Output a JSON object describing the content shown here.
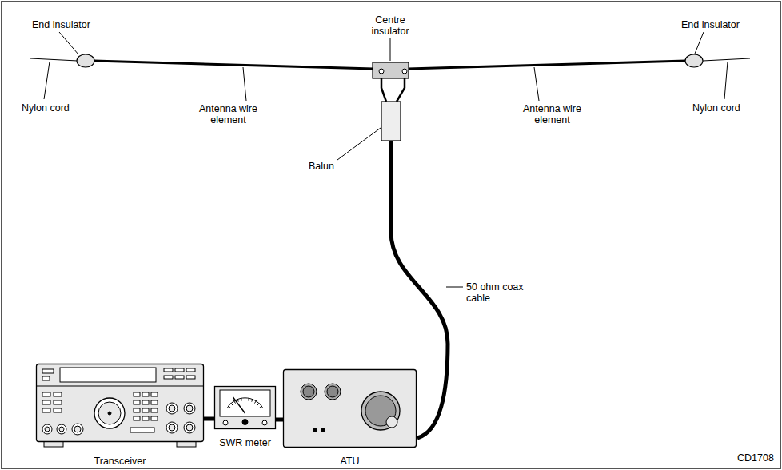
{
  "diagram": {
    "nodes": [
      {
        "text": [
          "Transceiver"
        ]
      },
      {
        "text": [
          "SWR meter"
        ]
      },
      {
        "text": [
          "ATU"
        ]
      }
    ],
    "edges": [
      {
        "from": 0,
        "to": 1,
        "arrow": "none"
      },
      {
        "from": 1,
        "to": 2,
        "arrow": "none"
      }
    ],
    "labels": [
      "End insulator",
      "Centre insulator",
      "End insulator",
      "Nylon cord",
      "Antenna wire element",
      "Antenna wire element",
      "Nylon cord",
      "Balun",
      "50 ohm coax cable",
      "CD1708"
    ]
  }
}
